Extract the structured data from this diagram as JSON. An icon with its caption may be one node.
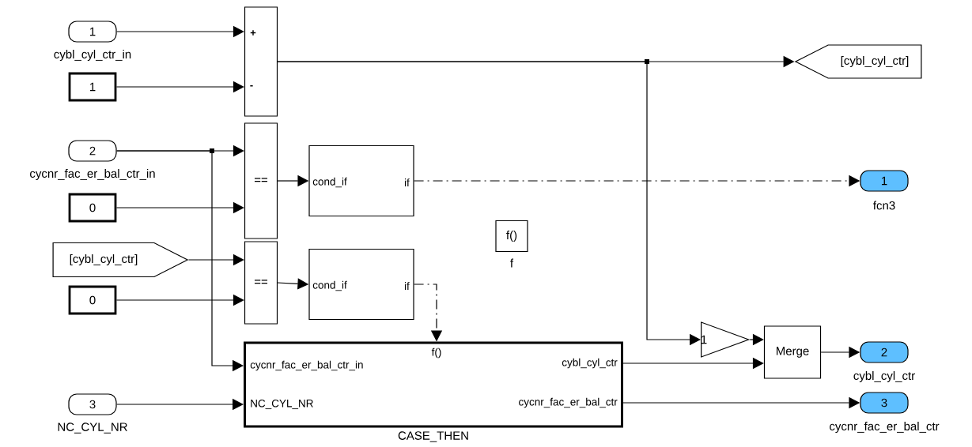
{
  "diagram": {
    "nodes": [
      {
        "text": [
          "1"
        ],
        "beside": [
          "cybl_cyl_ctr_in"
        ]
      },
      {
        "text": [
          "1"
        ]
      },
      {
        "text": [
          "+",
          "-"
        ]
      },
      {
        "text": [
          "2"
        ],
        "beside": [
          "cycnr_fac_er_bal_ctr_in"
        ]
      },
      {
        "text": [
          "0"
        ]
      },
      {
        "text": [
          "=="
        ]
      },
      {
        "text": [
          "cond_if",
          "if"
        ]
      },
      {
        "text": [
          "1"
        ],
        "beside": [
          "fcn3"
        ]
      },
      {
        "text": [
          "[cybl_cyl_ctr]"
        ]
      },
      {
        "text": [
          "[cybl_cyl_ctr]"
        ]
      },
      {
        "text": [
          "0"
        ]
      },
      {
        "text": [
          "=="
        ]
      },
      {
        "text": [
          "cond_if",
          "if"
        ]
      },
      {
        "text": [
          "f()"
        ],
        "beside": [
          "f"
        ]
      },
      {
        "text": [
          "f()",
          "cycnr_fac_er_bal_ctr_in",
          "NC_CYL_NR",
          "cybl_cyl_ctr",
          "cycnr_fac_er_bal_ctr"
        ],
        "beside": [
          "CASE_THEN"
        ]
      },
      {
        "text": [
          "3"
        ],
        "beside": [
          "NC_CYL_NR"
        ]
      },
      {
        "text": [
          "1"
        ]
      },
      {
        "text": [
          "Merge"
        ]
      },
      {
        "text": [
          "2"
        ],
        "beside": [
          "cybl_cyl_ctr"
        ]
      },
      {
        "text": [
          "3"
        ],
        "beside": [
          "cycnr_fac_er_bal_ctr"
        ]
      }
    ],
    "edges": [
      {
        "from": 0,
        "to": 2,
        "arrow": "to"
      },
      {
        "from": 1,
        "to": 2,
        "arrow": "to"
      },
      {
        "from": 2,
        "to": 8,
        "arrow": "to"
      },
      {
        "from": 2,
        "to": 16,
        "arrow": "to"
      },
      {
        "from": 3,
        "to": 5,
        "arrow": "to"
      },
      {
        "from": 3,
        "to": 14,
        "arrow": "to"
      },
      {
        "from": 4,
        "to": 5,
        "arrow": "to"
      },
      {
        "from": 5,
        "to": 6,
        "arrow": "to"
      },
      {
        "from": 6,
        "to": 7,
        "arrow": "to",
        "style": "dashed"
      },
      {
        "from": 9,
        "to": 11,
        "arrow": "to"
      },
      {
        "from": 10,
        "to": 11,
        "arrow": "to"
      },
      {
        "from": 11,
        "to": 12,
        "arrow": "to"
      },
      {
        "from": 12,
        "to": 14,
        "arrow": "to",
        "style": "dashed"
      },
      {
        "from": 14,
        "to": 17,
        "arrow": "to"
      },
      {
        "from": 16,
        "to": 17,
        "arrow": "to"
      },
      {
        "from": 17,
        "to": 18,
        "arrow": "to"
      },
      {
        "from": 14,
        "to": 19,
        "arrow": "to"
      },
      {
        "from": 15,
        "to": 14,
        "arrow": "to"
      }
    ]
  }
}
